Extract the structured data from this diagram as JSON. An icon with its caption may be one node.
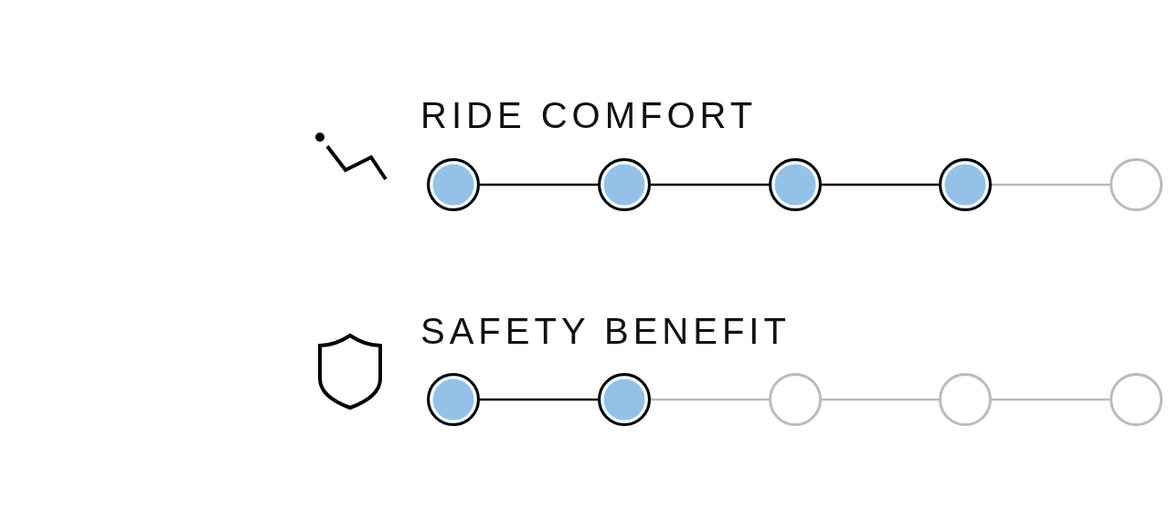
{
  "diagram": {
    "nodes": [
      {
        "text": [],
        "shape": "circle"
      },
      {
        "text": [],
        "shape": "circle"
      },
      {
        "text": [],
        "shape": "circle"
      },
      {
        "text": [],
        "shape": "circle"
      },
      {
        "text": [],
        "shape": "circle"
      },
      {
        "text": [],
        "shape": "circle"
      },
      {
        "text": [],
        "shape": "circle"
      },
      {
        "text": [],
        "shape": "circle"
      },
      {
        "text": [],
        "shape": "circle"
      },
      {
        "text": [],
        "shape": "circle"
      }
    ],
    "edges": [
      {
        "from": 0,
        "to": 1,
        "arrow": "none"
      },
      {
        "from": 1,
        "to": 2,
        "arrow": "none"
      },
      {
        "from": 2,
        "to": 3,
        "arrow": "none"
      },
      {
        "from": 3,
        "to": 4,
        "arrow": "none",
        "color": "#bbbbbb"
      },
      {
        "from": 5,
        "to": 6,
        "arrow": "none"
      },
      {
        "from": 6,
        "to": 7,
        "arrow": "none",
        "color": "#bbbbbb"
      },
      {
        "from": 7,
        "to": 8,
        "arrow": "none",
        "color": "#bbbbbb"
      },
      {
        "from": 8,
        "to": 9,
        "arrow": "none",
        "color": "#bbbbbb"
      }
    ],
    "labels": [
      "RIDE COMFORT",
      "SAFETY BENEFIT"
    ]
  }
}
